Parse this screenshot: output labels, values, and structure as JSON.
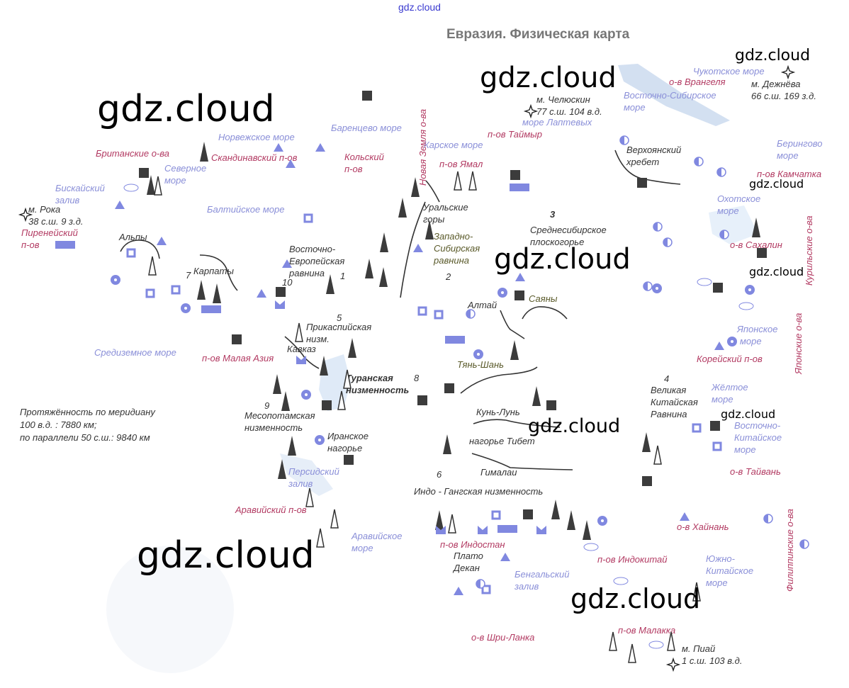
{
  "header": {
    "title": "Евразия. Физическая карта",
    "source_mark": "gdz.cloud"
  },
  "watermark": "gdz.cloud",
  "seas": {
    "norwegian": "Норвежское море",
    "barents": "Баренцево море",
    "north_1": "Северное",
    "north_2": "море",
    "biscay_1": "Бискайский",
    "biscay_2": "залив",
    "baltic": "Балтийское море",
    "mediterranean": "Средиземное море",
    "kara": "Карское море",
    "laptev": "море Лаптевых",
    "east_siberian_1": "Восточно-Сибирское",
    "east_siberian_2": "море",
    "chukchi": "Чукотское море",
    "bering_1": "Берингово",
    "bering_2": "море",
    "okhotsk_1": "Охотское",
    "okhotsk_2": "море",
    "japan_1": "Японское",
    "japan_2": "море",
    "yellow_1": "Жёлтое",
    "yellow_2": "море",
    "east_china_1": "Восточно-",
    "east_china_2": "Китайское",
    "east_china_3": "море",
    "south_china_1": "Южно-",
    "south_china_2": "Китайское",
    "south_china_3": "море",
    "bengal_1": "Бенгальский",
    "bengal_2": "залив",
    "arabian_1": "Аравийское",
    "arabian_2": "море",
    "persian_1": "Персидский",
    "persian_2": "залив"
  },
  "peninsulas_islands": {
    "british": "Британские о-ва",
    "scandinavian": "Скандинавский п-ов",
    "kola_1": "Кольский",
    "kola_2": "п-ов",
    "iberian_1": "Пиренейский",
    "iberian_2": "п-ов",
    "novaya_zemlya": "Новая Земля о-ва",
    "taimyr": "п-ов Таймыр",
    "yamal": "п-ов Ямал",
    "wrangel": "о-в Врангеля",
    "kamchatka": "п-ов Камчатка",
    "sakhalin": "о-в Сахалин",
    "kuril": "Курильские о-ва",
    "japanese": "Японские о-ва",
    "korean": "Корейский п-ов",
    "taiwan": "о-в Тайвань",
    "philippine": "Филиппинские о-ва",
    "hainan": "о-в Хайнань",
    "indochina": "п-ов Индокитай",
    "malacca": "п-ов Малакка",
    "sri_lanka": "о-в Шри-Ланка",
    "hindustan": "п-ов Индостан",
    "arabian": "Аравийский п-ов",
    "asia_minor": "п-ов Малая Азия"
  },
  "landforms": {
    "alps": "Альпы",
    "carpathians": "Карпаты",
    "east_european_1": "Восточно-",
    "east_european_2": "Европейская",
    "east_european_3": "равнина",
    "caspian_1": "Прикаспийская",
    "caspian_2": "низм.",
    "caucasus": "Кавказ",
    "turan_1": "Туранская",
    "turan_2": "низменность",
    "mesopotamian_1": "Месопотамская",
    "mesopotamian_2": "низменность",
    "iranian_1": "Иранское",
    "iranian_2": "нагорье",
    "ural_1": "Уральские",
    "ural_2": "горы",
    "west_siberian_1": "Западно-",
    "west_siberian_2": "Сибирская",
    "west_siberian_3": "равнина",
    "central_siberian_1": "Среднесибирское",
    "central_siberian_2": "плоскогорье",
    "verkhoyansk_1": "Верхоянский",
    "verkhoyansk_2": "хребет",
    "altai": "Алтай",
    "sayan": "Саяны",
    "tien_shan": "Тянь-Шань",
    "kunlun": "Кунь-Лунь",
    "tibet": "нагорье Тибет",
    "himalaya": "Гималаи",
    "indo_gangetic": "Индо - Гангская низменность",
    "deccan_1": "Плато",
    "deccan_2": "Декан",
    "great_china_1": "Великая",
    "great_china_2": "Китайская",
    "great_china_3": "Равнина"
  },
  "numbers": [
    "1",
    "2",
    "3",
    "4",
    "5",
    "6",
    "7",
    "8",
    "9",
    "10"
  ],
  "extreme_points": {
    "roca_1": "м. Рока",
    "roca_2": "38 с.ш. 9 з.д.",
    "chelyuskin_1": "м. Челюскин",
    "chelyuskin_2": "77 с.ш. 104 в.д.",
    "dezhnev_1": "м. Дежнёва",
    "dezhnev_2": "66 с.ш. 169 з.д.",
    "piai_1": "м. Пиай",
    "piai_2": "1 с.ш. 103 в.д."
  },
  "note": {
    "line1": "Протяжённость по меридиану",
    "line2": "100 в.д. : 7880 км;",
    "line3": "по параллели 50 с.ш.: 9840 км"
  },
  "colors": {
    "sea": "#8a8fd8",
    "peninsula": "#b23a62",
    "landform": "#333333",
    "symbol_blue": "#8088e0",
    "symbol_dark": "#3c3c3c"
  }
}
